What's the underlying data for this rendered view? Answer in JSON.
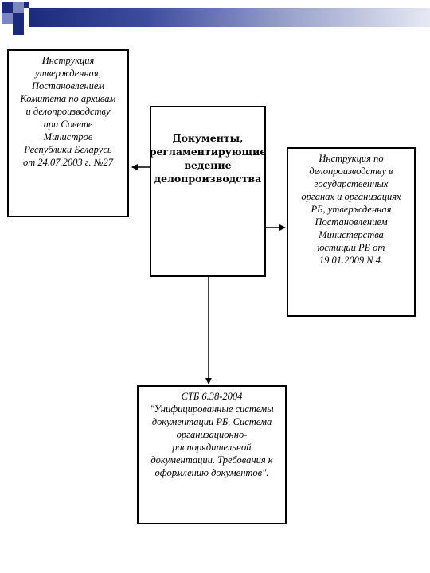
{
  "header": {
    "colors": {
      "dark": "#1b2a7a",
      "mid": "#6a76b8",
      "light": "#e6e8f3"
    }
  },
  "diagram": {
    "center_box": "Документы,\nрегламентирующие\nведение\nделопроизводства",
    "left_box": "Инструкция\nутвержденная,\nПостановлением\nКомитета по архивам\nи делопроизводству\nпри Совете\nМинистров\nРеспублики Беларусь\nот 24.07.2003 г. №27",
    "right_box": "Инструкция по\nделопроизводству в\nгосударственных\nорганах и организациях\nРБ, утвержденная\nПостановлением\nМинистерства\nюстиции РБ от\n19.01.2009 N 4.",
    "bottom_box": "СТБ 6.38-2004\n\"Унифицированные системы\nдокументации РБ. Система\nорганизационно-\nраспорядительной\nдокументации. Требования к\nоформлению документов\"."
  }
}
